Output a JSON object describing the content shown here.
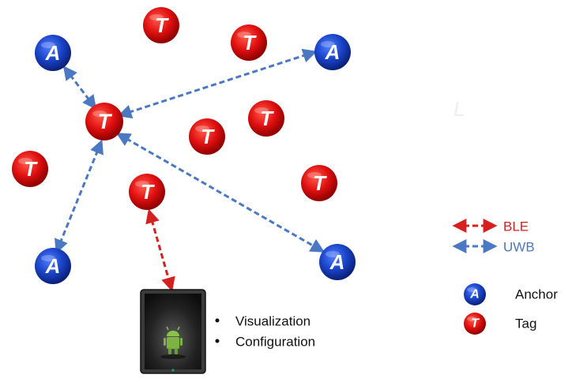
{
  "nodes": {
    "anchors": [
      {
        "id": "anchor-1",
        "letter": "A"
      },
      {
        "id": "anchor-2",
        "letter": "A"
      },
      {
        "id": "anchor-3",
        "letter": "A"
      },
      {
        "id": "anchor-4",
        "letter": "A"
      }
    ],
    "tags": [
      {
        "id": "tag-top",
        "letter": "T"
      },
      {
        "id": "tag-2",
        "letter": "T"
      },
      {
        "id": "tag-hub",
        "letter": "T"
      },
      {
        "id": "tag-4",
        "letter": "T"
      },
      {
        "id": "tag-5",
        "letter": "T"
      },
      {
        "id": "tag-left",
        "letter": "T"
      },
      {
        "id": "tag-tablet",
        "letter": "T"
      },
      {
        "id": "tag-right",
        "letter": "T"
      }
    ]
  },
  "connections": {
    "uwb": [
      {
        "from": "anchor-1",
        "to": "tag-hub"
      },
      {
        "from": "tag-hub",
        "to": "anchor-2"
      },
      {
        "from": "tag-hub",
        "to": "anchor-3"
      },
      {
        "from": "tag-hub",
        "to": "anchor-4"
      }
    ],
    "ble": [
      {
        "from": "tag-tablet",
        "to": "tablet"
      }
    ]
  },
  "tablet": {
    "features": [
      "Visualization",
      "Configuration"
    ]
  },
  "stray_glyph": "L",
  "legend": {
    "ble_label": "BLE",
    "uwb_label": "UWB",
    "anchor_label": "Anchor",
    "tag_label": "Tag",
    "anchor_letter": "A",
    "tag_letter": "T"
  },
  "colors": {
    "ble": "#d62020",
    "uwb": "#4a78c2",
    "anchor": "#1a44c8",
    "tag": "#e01010"
  }
}
